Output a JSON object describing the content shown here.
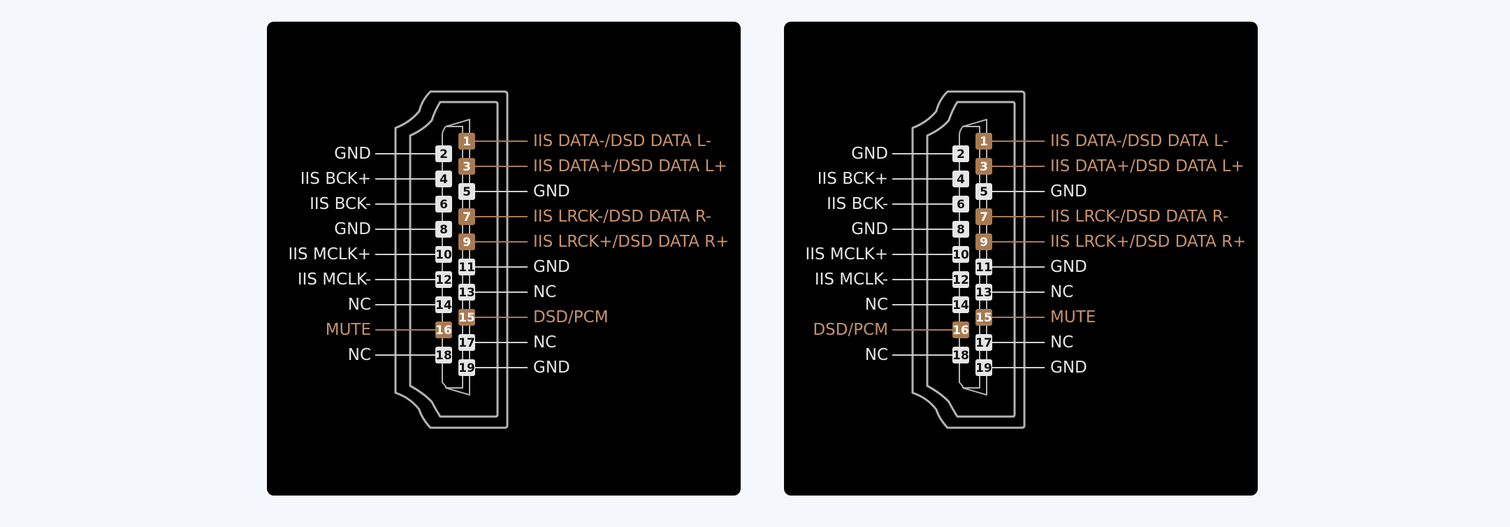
{
  "colors": {
    "background": "#f4f8fd",
    "panel": "#000000",
    "outline": "#b3b3b3",
    "normal": "#e6e6e6",
    "highlight": "#a97a51",
    "highlight_text": "#c8926a"
  },
  "diagrams": [
    {
      "left_pins": [
        {
          "num": "2",
          "label": "GND",
          "hi": false
        },
        {
          "num": "4",
          "label": "IIS BCK+",
          "hi": false
        },
        {
          "num": "6",
          "label": "IIS BCK-",
          "hi": false
        },
        {
          "num": "8",
          "label": "GND",
          "hi": false
        },
        {
          "num": "10",
          "label": "IIS MCLK+",
          "hi": false
        },
        {
          "num": "12",
          "label": "IIS MCLK-",
          "hi": false
        },
        {
          "num": "14",
          "label": "NC",
          "hi": false
        },
        {
          "num": "16",
          "label": "MUTE",
          "hi": true
        },
        {
          "num": "18",
          "label": "NC",
          "hi": false
        }
      ],
      "right_pins": [
        {
          "num": "1",
          "label": "IIS DATA-/DSD DATA L-",
          "hi": true
        },
        {
          "num": "3",
          "label": "IIS DATA+/DSD DATA L+",
          "hi": true
        },
        {
          "num": "5",
          "label": "GND",
          "hi": false
        },
        {
          "num": "7",
          "label": "IIS LRCK-/DSD DATA R-",
          "hi": true
        },
        {
          "num": "9",
          "label": "IIS LRCK+/DSD DATA R+",
          "hi": true
        },
        {
          "num": "11",
          "label": "GND",
          "hi": false
        },
        {
          "num": "13",
          "label": "NC",
          "hi": false
        },
        {
          "num": "15",
          "label": "DSD/PCM",
          "hi": true
        },
        {
          "num": "17",
          "label": "NC",
          "hi": false
        },
        {
          "num": "19",
          "label": "GND",
          "hi": false
        }
      ]
    },
    {
      "left_pins": [
        {
          "num": "2",
          "label": "GND",
          "hi": false
        },
        {
          "num": "4",
          "label": "IIS BCK+",
          "hi": false
        },
        {
          "num": "6",
          "label": "IIS BCK-",
          "hi": false
        },
        {
          "num": "8",
          "label": "GND",
          "hi": false
        },
        {
          "num": "10",
          "label": "IIS MCLK+",
          "hi": false
        },
        {
          "num": "12",
          "label": "IIS MCLK-",
          "hi": false
        },
        {
          "num": "14",
          "label": "NC",
          "hi": false
        },
        {
          "num": "16",
          "label": "DSD/PCM",
          "hi": true
        },
        {
          "num": "18",
          "label": "NC",
          "hi": false
        }
      ],
      "right_pins": [
        {
          "num": "1",
          "label": "IIS DATA-/DSD DATA L-",
          "hi": true
        },
        {
          "num": "3",
          "label": "IIS DATA+/DSD DATA L+",
          "hi": true
        },
        {
          "num": "5",
          "label": "GND",
          "hi": false
        },
        {
          "num": "7",
          "label": "IIS LRCK-/DSD DATA R-",
          "hi": true
        },
        {
          "num": "9",
          "label": "IIS LRCK+/DSD DATA R+",
          "hi": true
        },
        {
          "num": "11",
          "label": "GND",
          "hi": false
        },
        {
          "num": "13",
          "label": "NC",
          "hi": false
        },
        {
          "num": "15",
          "label": "MUTE",
          "hi": true
        },
        {
          "num": "17",
          "label": "NC",
          "hi": false
        },
        {
          "num": "19",
          "label": "GND",
          "hi": false
        }
      ]
    }
  ]
}
